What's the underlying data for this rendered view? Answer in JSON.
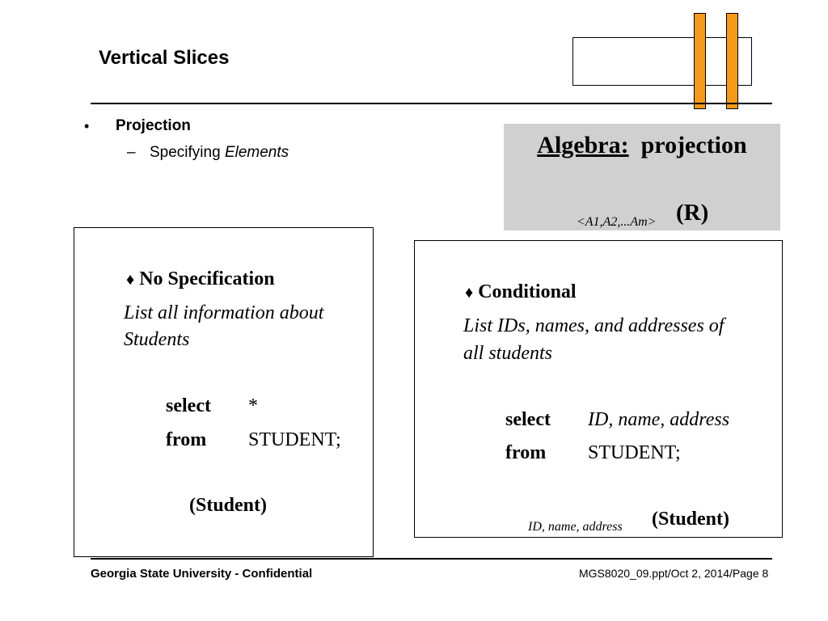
{
  "header": {
    "title": "Vertical Slices"
  },
  "bullets": {
    "bullet_symbol": "•",
    "item": "Projection",
    "sub_dash": "–",
    "sub_prefix": "Specifying ",
    "sub_italic": "Elements"
  },
  "algebra": {
    "label": "Algebra:",
    "word": "projection",
    "subscript": "<A1,A2,...Am>",
    "relation": "(R)"
  },
  "left_panel": {
    "diamond": "♦",
    "heading": "No Specification",
    "desc_line1": "List all information about",
    "desc_line2": "Students",
    "select_kw": "select",
    "select_val": "*",
    "from_kw": "from",
    "from_val": "STUDENT;",
    "expr": "(Student)"
  },
  "right_panel": {
    "diamond": "♦",
    "heading": "Conditional",
    "desc_line1": "List IDs, names, and addresses of",
    "desc_line2": "all students",
    "select_kw": "select",
    "select_val": "ID, name, address",
    "from_kw": "from",
    "from_val": "STUDENT;",
    "expr_subscript": "ID, name, address",
    "expr": "(Student)"
  },
  "footer": {
    "left": "Georgia State University - Confidential",
    "right": "MGS8020_09.ppt/Oct 2, 2014/Page 8"
  },
  "colors": {
    "slice_bar": "#f39a1c",
    "algebra_bg": "#d0d0d0"
  }
}
